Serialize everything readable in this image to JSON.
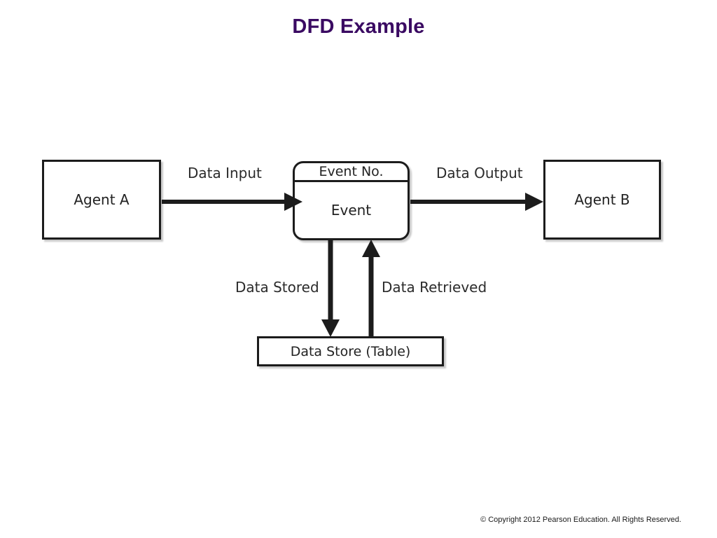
{
  "slide": {
    "title": "DFD Example",
    "background_color": "#ffffff",
    "title_color": "#3a0a62",
    "copyright": "© Copyright 2012 Pearson Education. All Rights Reserved."
  },
  "diagram": {
    "type": "data-flow-diagram",
    "stroke_color": "#1c1c1c",
    "fill_color": "#ffffff",
    "nodes": [
      {
        "id": "agent-a",
        "label": "Agent A",
        "shape": "rectangle"
      },
      {
        "id": "event",
        "label": "Event",
        "header": "Event No.",
        "shape": "rounded-rectangle-split"
      },
      {
        "id": "agent-b",
        "label": "Agent B",
        "shape": "rectangle"
      },
      {
        "id": "data-store",
        "label": "Data Store (Table)",
        "shape": "rectangle"
      }
    ],
    "flows": [
      {
        "id": "data-input",
        "label": "Data Input",
        "from": "agent-a",
        "to": "event",
        "direction": "right"
      },
      {
        "id": "data-output",
        "label": "Data Output",
        "from": "event",
        "to": "agent-b",
        "direction": "right"
      },
      {
        "id": "data-stored",
        "label": "Data Stored",
        "from": "event",
        "to": "data-store",
        "direction": "down"
      },
      {
        "id": "data-retrieved",
        "label": "Data Retrieved",
        "from": "data-store",
        "to": "event",
        "direction": "up"
      }
    ]
  }
}
